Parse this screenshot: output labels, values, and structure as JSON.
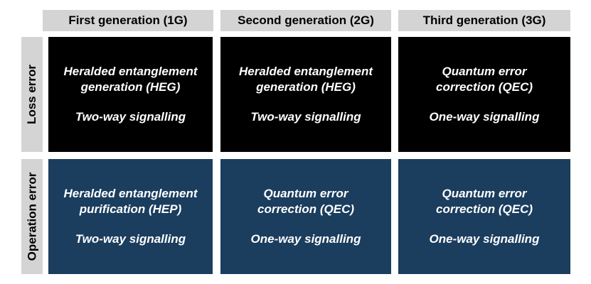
{
  "columns": [
    {
      "label": "First generation (1G)"
    },
    {
      "label": "Second generation (2G)"
    },
    {
      "label": "Third generation (3G)"
    }
  ],
  "rows": [
    {
      "label": "Loss error",
      "color": "#000000"
    },
    {
      "label": "Operation error",
      "color": "#1b3d5e"
    }
  ],
  "cells": [
    [
      {
        "method": "Heralded entanglement\ngeneration (HEG)",
        "signalling": "Two-way signalling"
      },
      {
        "method": "Heralded entanglement\ngeneration (HEG)",
        "signalling": "Two-way signalling"
      },
      {
        "method": "Quantum error\ncorrection (QEC)",
        "signalling": "One-way signalling"
      }
    ],
    [
      {
        "method": "Heralded entanglement\npurification (HEP)",
        "signalling": "Two-way signalling"
      },
      {
        "method": "Quantum error\ncorrection (QEC)",
        "signalling": "One-way signalling"
      },
      {
        "method": "Quantum error\ncorrection (QEC)",
        "signalling": "One-way signalling"
      }
    ]
  ]
}
